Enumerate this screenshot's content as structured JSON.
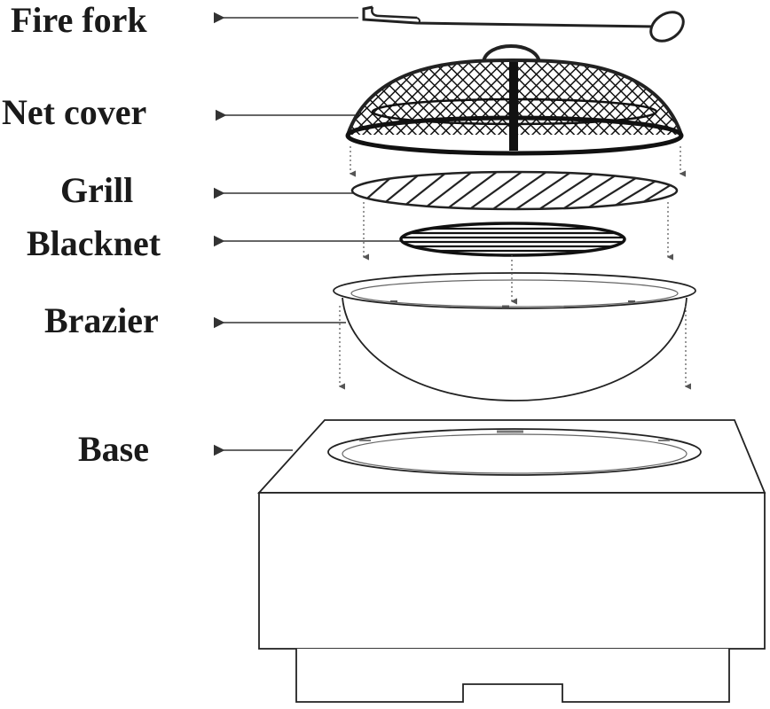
{
  "labels": {
    "fire_fork": "Fire fork",
    "net_cover": "Net cover",
    "grill": "Grill",
    "blacknet": "Blacknet",
    "brazier": "Brazier",
    "base": "Base"
  },
  "colors": {
    "line": "#222222",
    "text": "#1a1a1a",
    "background": "#ffffff"
  }
}
